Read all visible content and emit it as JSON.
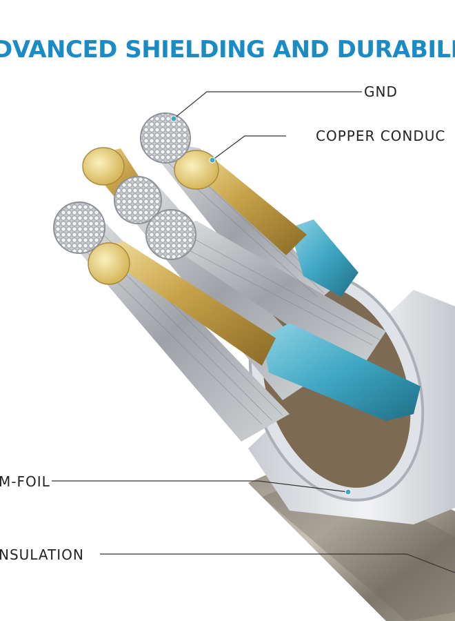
{
  "heading": "DVANCED SHIELDING AND DURABILIT",
  "labels": {
    "gnd": "GND",
    "copper": "COPPER CONDUC",
    "foil": "M-FOIL",
    "insulation": "NSULATION"
  },
  "colors": {
    "heading": "#1a8bc4",
    "copper_core": "#d8b75a",
    "blue_insulation": "#3fa7c4",
    "silver_strand": "#b9bcc0",
    "foil_sleeve": "#e3e5e8",
    "leader_dot": "#3fa7c4"
  }
}
